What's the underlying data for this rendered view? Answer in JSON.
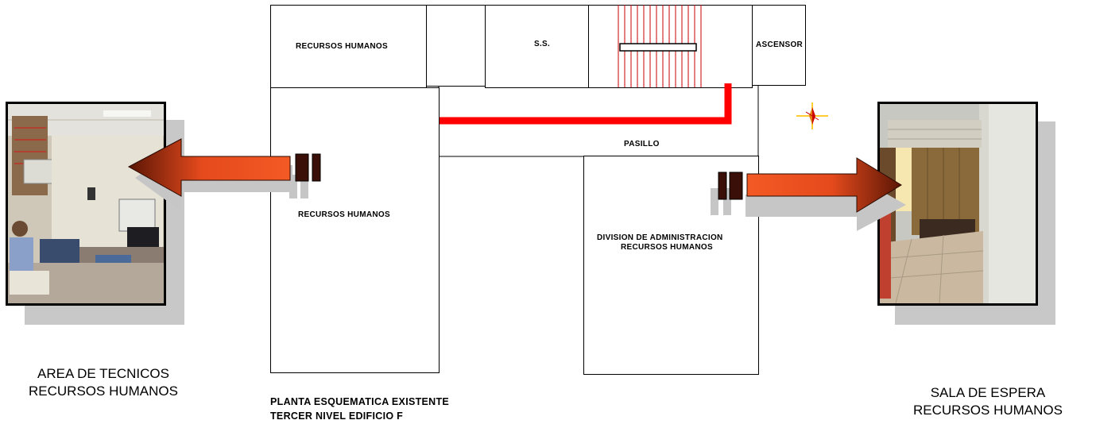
{
  "floor_plan": {
    "rooms": {
      "rrhh_top": "RECURSOS HUMANOS",
      "ss": "S.S.",
      "ascensor": "ASCENSOR",
      "pasillo": "PASILLO",
      "rrhh_left": "RECURSOS HUMANOS",
      "division_line1": "DIVISION DE ADMINISTRACION",
      "division_line2": "RECURSOS HUMANOS"
    },
    "title_line1": "PLANTA ESQUEMATICA EXISTENTE",
    "title_line2": "TERCER NIVEL EDIFICIO F"
  },
  "photos": {
    "left_caption_line1": "AREA DE TECNICOS",
    "left_caption_line2": "RECURSOS HUMANOS",
    "right_caption_line1": "SALA DE ESPERA",
    "right_caption_line2": "RECURSOS HUMANOS"
  },
  "colors": {
    "route_red": "#ff0000",
    "stair_red": "#cc0000",
    "arrow_dark": "#5a1505",
    "arrow_bright": "#f04a1a",
    "door_brown": "#3a0f08",
    "shadow_gray": "#c6c6c6"
  },
  "icons": [
    "north-compass-icon",
    "left-arrow-icon",
    "right-arrow-icon"
  ]
}
